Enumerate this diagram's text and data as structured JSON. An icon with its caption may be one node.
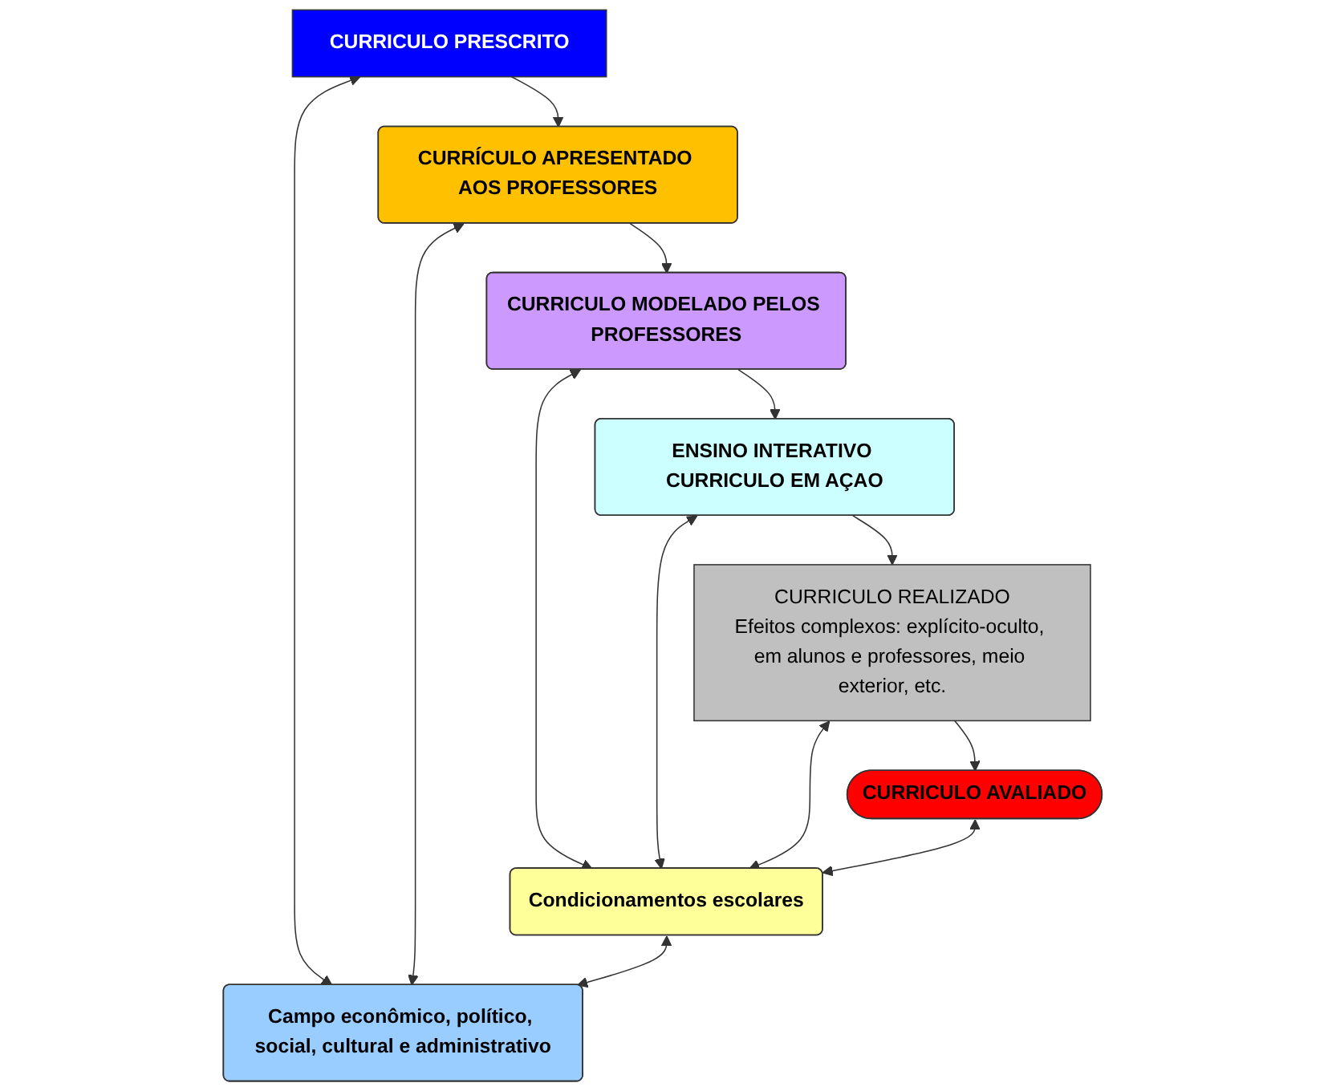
{
  "diagram": {
    "nodes": [
      {
        "text": [
          "CURRICULO PRESCRITO"
        ]
      },
      {
        "text": [
          "CURRÍCULO APRESENTADO AOS PROFESSORES"
        ]
      },
      {
        "text": [
          "CURRICULO MODELADO PELOS PROFESSORES"
        ]
      },
      {
        "text": [
          "ENSINO INTERATIVO CURRICULO EM AÇAO"
        ]
      },
      {
        "text": [
          "CURRICULO REALIZADO",
          "Efeitos complexos: explícito-oculto, em alunos e professores, meio exterior, etc."
        ]
      },
      {
        "text": [
          "CURRICULO AVALIADO"
        ]
      },
      {
        "text": [
          "Condicionamentos escolares"
        ]
      },
      {
        "text": [
          "Campo econômico, político, social, cultural e administrativo"
        ]
      }
    ],
    "edges": [
      {
        "from": 0,
        "to": 1,
        "arrow": "to"
      },
      {
        "from": 1,
        "to": 2,
        "arrow": "to"
      },
      {
        "from": 2,
        "to": 3,
        "arrow": "to"
      },
      {
        "from": 3,
        "to": 4,
        "arrow": "to"
      },
      {
        "from": 4,
        "to": 5,
        "arrow": "to"
      },
      {
        "from": 0,
        "to": 7,
        "arrow": "both"
      },
      {
        "from": 1,
        "to": 7,
        "arrow": "both"
      },
      {
        "from": 2,
        "to": 6,
        "arrow": "both"
      },
      {
        "from": 3,
        "to": 6,
        "arrow": "both"
      },
      {
        "from": 4,
        "to": 6,
        "arrow": "both"
      },
      {
        "from": 5,
        "to": 6,
        "arrow": "both"
      },
      {
        "from": 6,
        "to": 7,
        "arrow": "both"
      }
    ]
  }
}
